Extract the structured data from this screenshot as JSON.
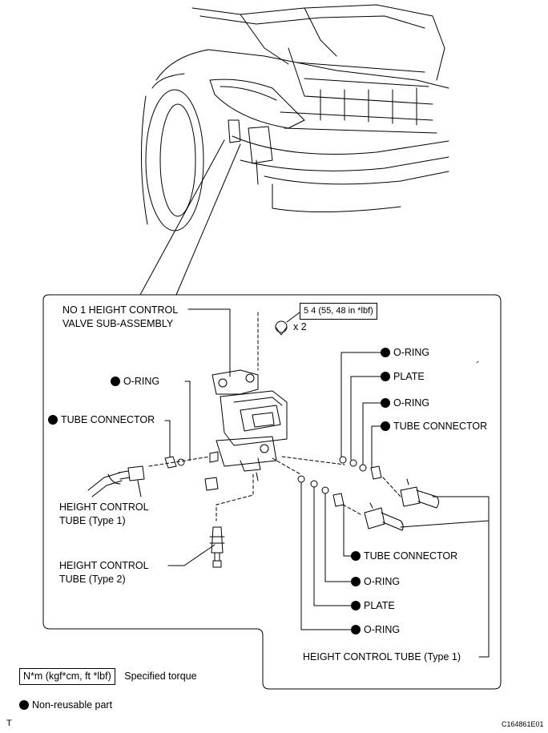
{
  "labels": {
    "valve_line1": "NO 1 HEIGHT CONTROL",
    "valve_line2": "VALVE SUB-ASSEMBLY",
    "torque_value": "5 4 (55, 48 in *lbf)",
    "quantity": "x 2",
    "oring_left": "O-RING",
    "tube_connector_left": "TUBE CONNECTOR",
    "tube_type1_left_line1": "HEIGHT CONTROL",
    "tube_type1_left_line2": "TUBE (Type 1)",
    "tube_type2_line1": "HEIGHT CONTROL",
    "tube_type2_line2": "TUBE (Type 2)",
    "right_oring_1": "O-RING",
    "right_plate_1": "PLATE",
    "right_oring_2": "O-RING",
    "right_tube_connector": "TUBE CONNECTOR",
    "lower_tube_connector": "TUBE CONNECTOR",
    "lower_oring_1": "O-RING",
    "lower_plate": "PLATE",
    "lower_oring_2": "O-RING",
    "tube_type1_right": "HEIGHT CONTROL TUBE (Type 1)"
  },
  "legend": {
    "torque_unit": "N*m (kgf*cm, ft *lbf)",
    "torque_desc": "Specified torque",
    "nonreusable": "Non-reusable part"
  },
  "footer": {
    "corner_mark": "T",
    "figure_code": "C164861E01"
  }
}
